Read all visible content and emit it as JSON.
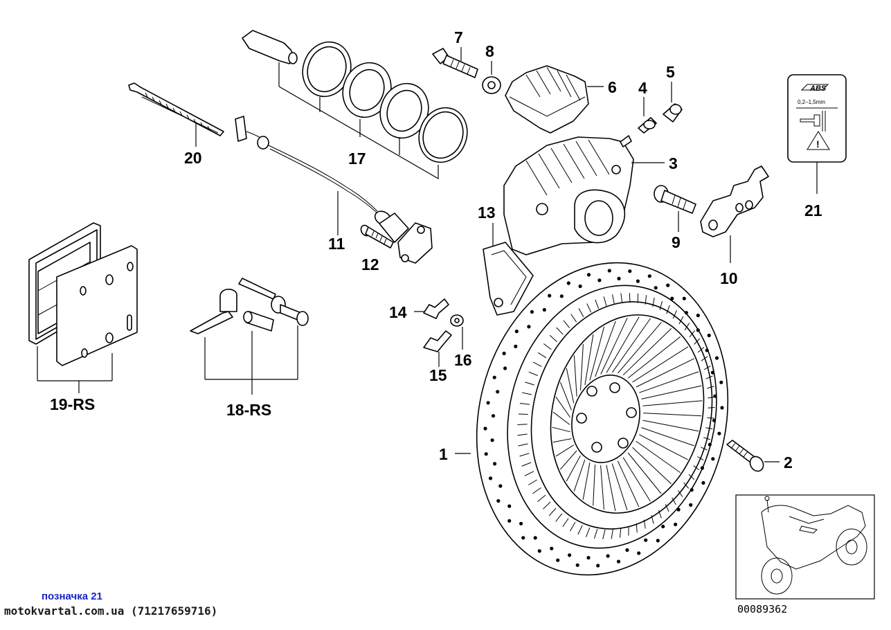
{
  "diagram": {
    "labels": {
      "p1": "1",
      "p2": "2",
      "p3": "3",
      "p4": "4",
      "p5": "5",
      "p6": "6",
      "p7": "7",
      "p8": "8",
      "p9": "9",
      "p10": "10",
      "p11": "11",
      "p12": "12",
      "p13": "13",
      "p14": "14",
      "p15": "15",
      "p16": "16",
      "p17": "17",
      "p18": "18-RS",
      "p19": "19-RS",
      "p20": "20",
      "p21": "21"
    },
    "warning_label": {
      "logo_text": "ABS",
      "gap_text": "0,2–1,5mm"
    },
    "diagram_code": "00089362"
  },
  "footer": {
    "note": "позначка 21",
    "site": "motokvartal.com.ua (71217659716)"
  }
}
